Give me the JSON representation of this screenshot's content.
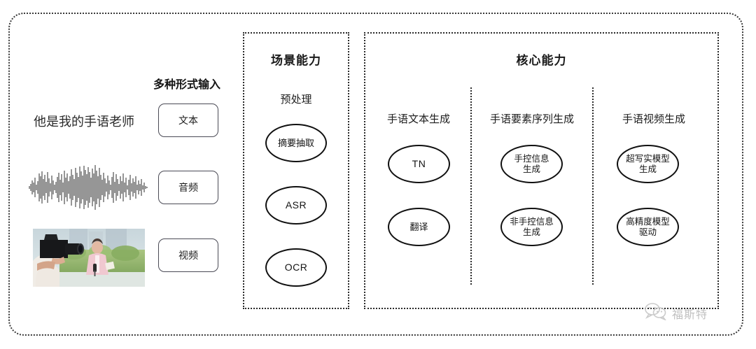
{
  "diagram": {
    "input_section": {
      "caption": "多种形式输入",
      "sample_sentence": "他是我的手语老师",
      "modalities": [
        {
          "label": "文本",
          "media": "text"
        },
        {
          "label": "音频",
          "media": "waveform"
        },
        {
          "label": "视频",
          "media": "thumbnail"
        }
      ]
    },
    "panels": [
      {
        "id": "scene-capability",
        "title": "场景能力",
        "columns": [
          {
            "heading": "预处理",
            "nodes": [
              "摘要抽取",
              "ASR",
              "OCR"
            ]
          }
        ]
      },
      {
        "id": "core-capability",
        "title": "核心能力",
        "columns": [
          {
            "heading": "手语文本生成",
            "nodes": [
              "TN",
              "翻译"
            ]
          },
          {
            "heading": "手语要素序列生成",
            "nodes": [
              "手控信息\n生成",
              "非手控信息\n生成"
            ]
          },
          {
            "heading": "手语视频生成",
            "nodes": [
              "超写实模型\n生成",
              "高精度模型\n驱动"
            ]
          }
        ]
      }
    ],
    "watermark": {
      "text": "福斯特",
      "icon": "wechat-icon"
    },
    "colors": {
      "border": "#2b2b2b",
      "node_stroke": "#101010",
      "text": "#141414",
      "watermark": "#bdbdbd"
    }
  }
}
